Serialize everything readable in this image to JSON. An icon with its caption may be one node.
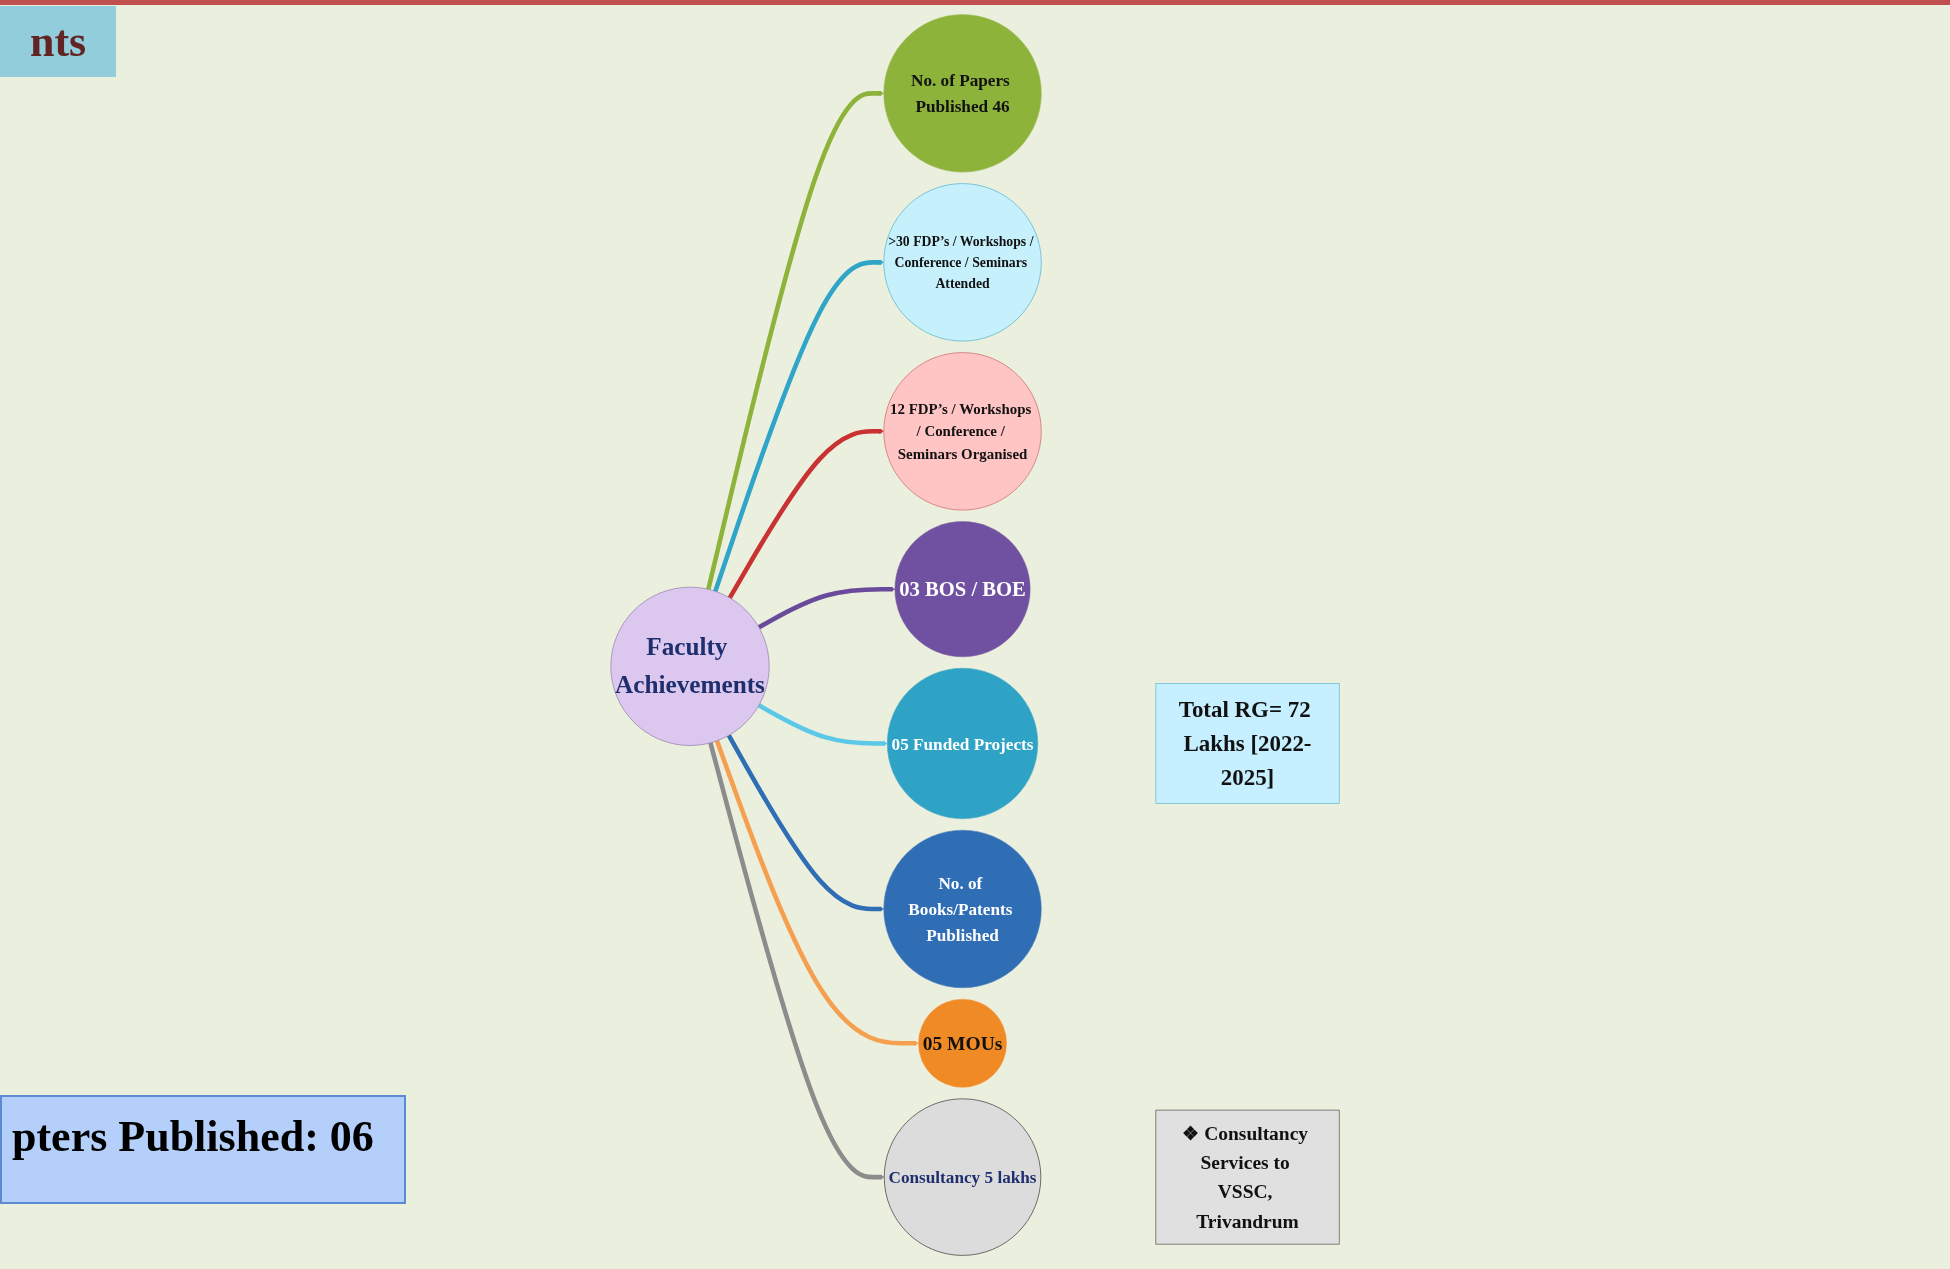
{
  "diagram": {
    "nodes": [
      {
        "text": [
          "Faculty Achievements"
        ]
      },
      {
        "text": [
          "No. of Papers Published 46"
        ]
      },
      {
        "text": [
          ">30 FDP’s / Workshops / Conference / Seminars Attended"
        ]
      },
      {
        "text": [
          "12 FDP’s / Workshops / Conference / Seminars Organised"
        ]
      },
      {
        "text": [
          "03 BOS / BOE"
        ]
      },
      {
        "text": [
          "05 Funded Projects"
        ]
      },
      {
        "text": [
          "Total RG= 72 Lakhs [2022-2025]"
        ]
      },
      {
        "text": [
          "No. of Books/Patents Published"
        ]
      },
      {
        "text": [
          "05 MOUs"
        ]
      },
      {
        "text": [
          "Consultancy 5 lakhs"
        ]
      },
      {
        "text": [
          "❖ Consultancy Services to VSSC, Trivandrum"
        ]
      }
    ],
    "edges": [
      {
        "from": 0,
        "to": 1,
        "arrow": "to",
        "color": "#8db33a"
      },
      {
        "from": 0,
        "to": 2,
        "arrow": "to",
        "color": "#31a5c8"
      },
      {
        "from": 0,
        "to": 3,
        "arrow": "to",
        "color": "#c83232"
      },
      {
        "from": 0,
        "to": 4,
        "arrow": "to",
        "color": "#6a4a9a"
      },
      {
        "from": 0,
        "to": 5,
        "arrow": "to",
        "color": "#5bc8e8"
      },
      {
        "from": 0,
        "to": 7,
        "arrow": "to",
        "color": "#2f6db5"
      },
      {
        "from": 0,
        "to": 8,
        "arrow": "to",
        "color": "#f5a050"
      },
      {
        "from": 0,
        "to": 9,
        "arrow": "to",
        "color": "#8c8c8c"
      }
    ],
    "labels": [
      "nts",
      "pters Published: 06"
    ]
  }
}
